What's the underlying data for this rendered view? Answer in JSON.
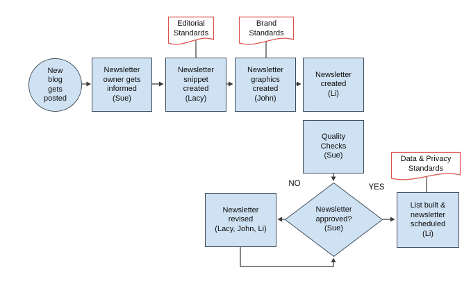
{
  "theme": {
    "canvas_bg": "#ffffff",
    "shape_fill": "#cfe2f3",
    "shape_border": "#3f4c58",
    "doc_fill": "#ffffff",
    "doc_border": "#d9534f",
    "line_color": "#3a3a3a",
    "text_color": "#0d0d0d"
  },
  "nodes": {
    "start": {
      "type": "start",
      "label": "New\nblog\ngets\nposted"
    },
    "owner_informed": {
      "type": "process",
      "label": "Newsletter\nowner gets\ninformed\n(Sue)"
    },
    "snippet_created": {
      "type": "process",
      "label": "Newsletter\nsnippet\ncreated\n(Lacy)"
    },
    "graphics_created": {
      "type": "process",
      "label": "Newsletter\ngraphics\ncreated\n(John)"
    },
    "newsletter_created": {
      "type": "process",
      "label": "Newsletter\ncreated\n(Li)"
    },
    "quality_checks": {
      "type": "process",
      "label": "Quality\nChecks\n(Sue)"
    },
    "approved_decision": {
      "type": "decision",
      "label": "Newsletter\napproved?\n(Sue)"
    },
    "newsletter_revised": {
      "type": "process",
      "label": "Newsletter\nrevised\n(Lacy, John, Li)"
    },
    "list_built": {
      "type": "process",
      "label": "List built &\nnewsletter\nscheduled\n(Li)"
    }
  },
  "documents": {
    "editorial": {
      "label": "Editorial\nStandards"
    },
    "brand": {
      "label": "Brand\nStandards"
    },
    "data_privacy": {
      "label": "Data & Privacy\nStandards"
    }
  },
  "edge_labels": {
    "no": "NO",
    "yes": "YES"
  }
}
